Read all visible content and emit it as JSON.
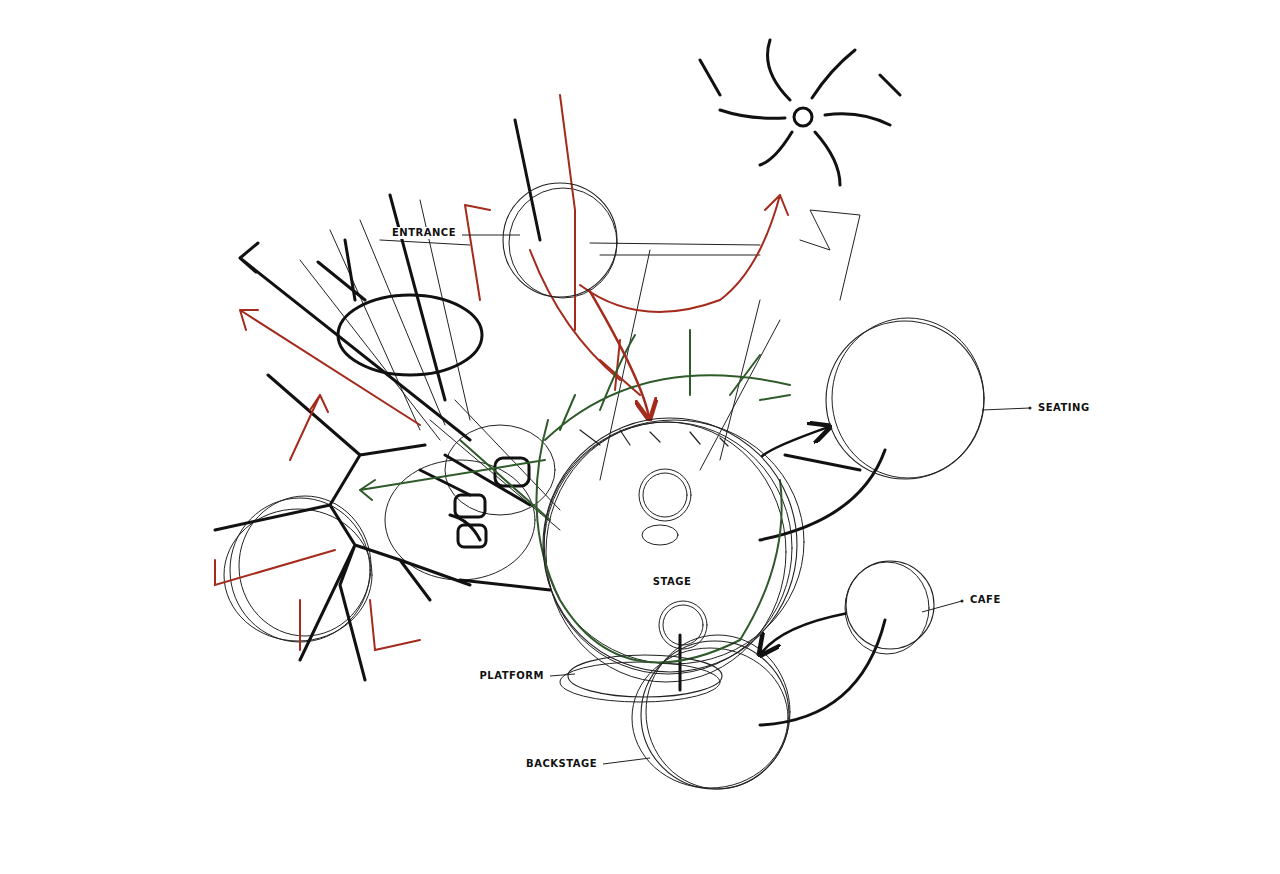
{
  "diagram": {
    "nodes": [
      {
        "text": [
          "ENTRANCE"
        ]
      },
      {
        "text": [
          "SEATING"
        ]
      },
      {
        "text": [
          "STAGE"
        ]
      },
      {
        "text": [
          "CAFE"
        ]
      },
      {
        "text": [
          "PLATFORM"
        ]
      },
      {
        "text": [
          "BACKSTAGE"
        ]
      }
    ],
    "edges": [
      {
        "from": 0,
        "to": 2,
        "arrow": "to"
      },
      {
        "from": 2,
        "to": 1,
        "arrow": "to"
      },
      {
        "from": 3,
        "to": 5,
        "arrow": "to"
      }
    ]
  }
}
